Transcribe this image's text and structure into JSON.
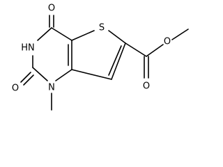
{
  "molecule": {
    "atoms": {
      "o_c4": "O",
      "n3h": "HN",
      "o_c2": "O",
      "n1": "N",
      "s1": "S",
      "o_carbonyl": "O",
      "o_ester": "O"
    }
  }
}
